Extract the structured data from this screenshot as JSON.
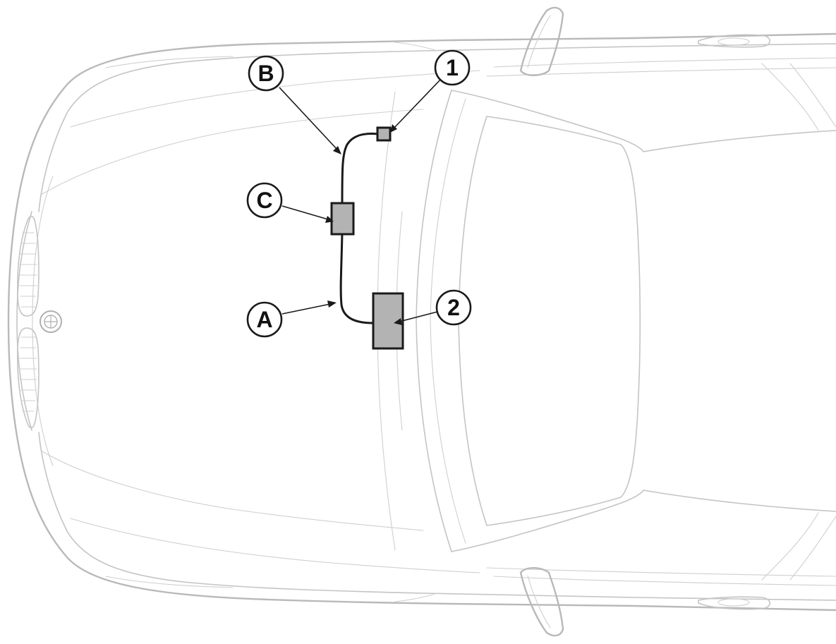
{
  "callouts": {
    "one": "1",
    "two": "2",
    "a": "A",
    "b": "B",
    "c": "C"
  },
  "colors": {
    "car_outline": "#c4c4c4",
    "component_fill": "#b3b3b3",
    "wire": "#1a1a1a"
  }
}
